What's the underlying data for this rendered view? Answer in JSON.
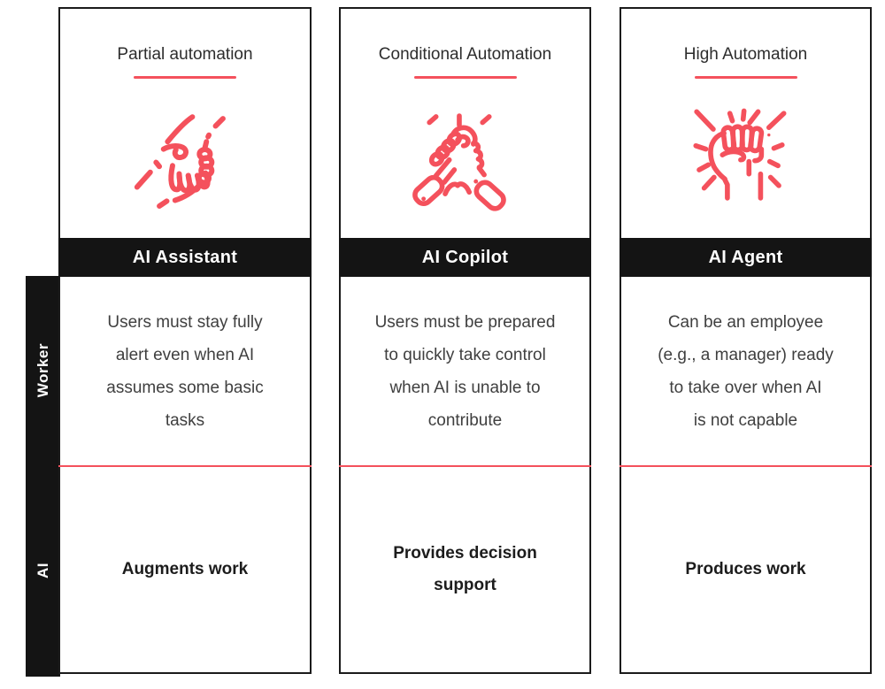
{
  "palette": {
    "accent_red": "#F4515C",
    "band_black": "#141414",
    "card_border": "#1B1B1B",
    "worker_text_color": "#3F3F3F"
  },
  "axis": {
    "rows": [
      {
        "label": "Worker"
      },
      {
        "label": "AI"
      }
    ]
  },
  "columns": [
    {
      "automation_level": "Partial automation",
      "icon": "helping-hand-icon",
      "role_label": "AI Assistant",
      "worker_text": "Users must stay fully\nalert even when AI\nassumes some basic\ntasks",
      "ai_text": "Augments work"
    },
    {
      "automation_level": "Conditional Automation",
      "icon": "handshake-clasp-icon",
      "role_label": "AI Copilot",
      "worker_text": "Users must be prepared\nto quickly take control\nwhen AI is unable to\ncontribute",
      "ai_text": "Provides decision\nsupport"
    },
    {
      "automation_level": "High Automation",
      "icon": "raised-fist-icon",
      "role_label": "AI Agent",
      "worker_text": "Can be an employee\n(e.g., a manager) ready\nto take over when AI\nis not capable",
      "ai_text": "Produces work"
    }
  ]
}
